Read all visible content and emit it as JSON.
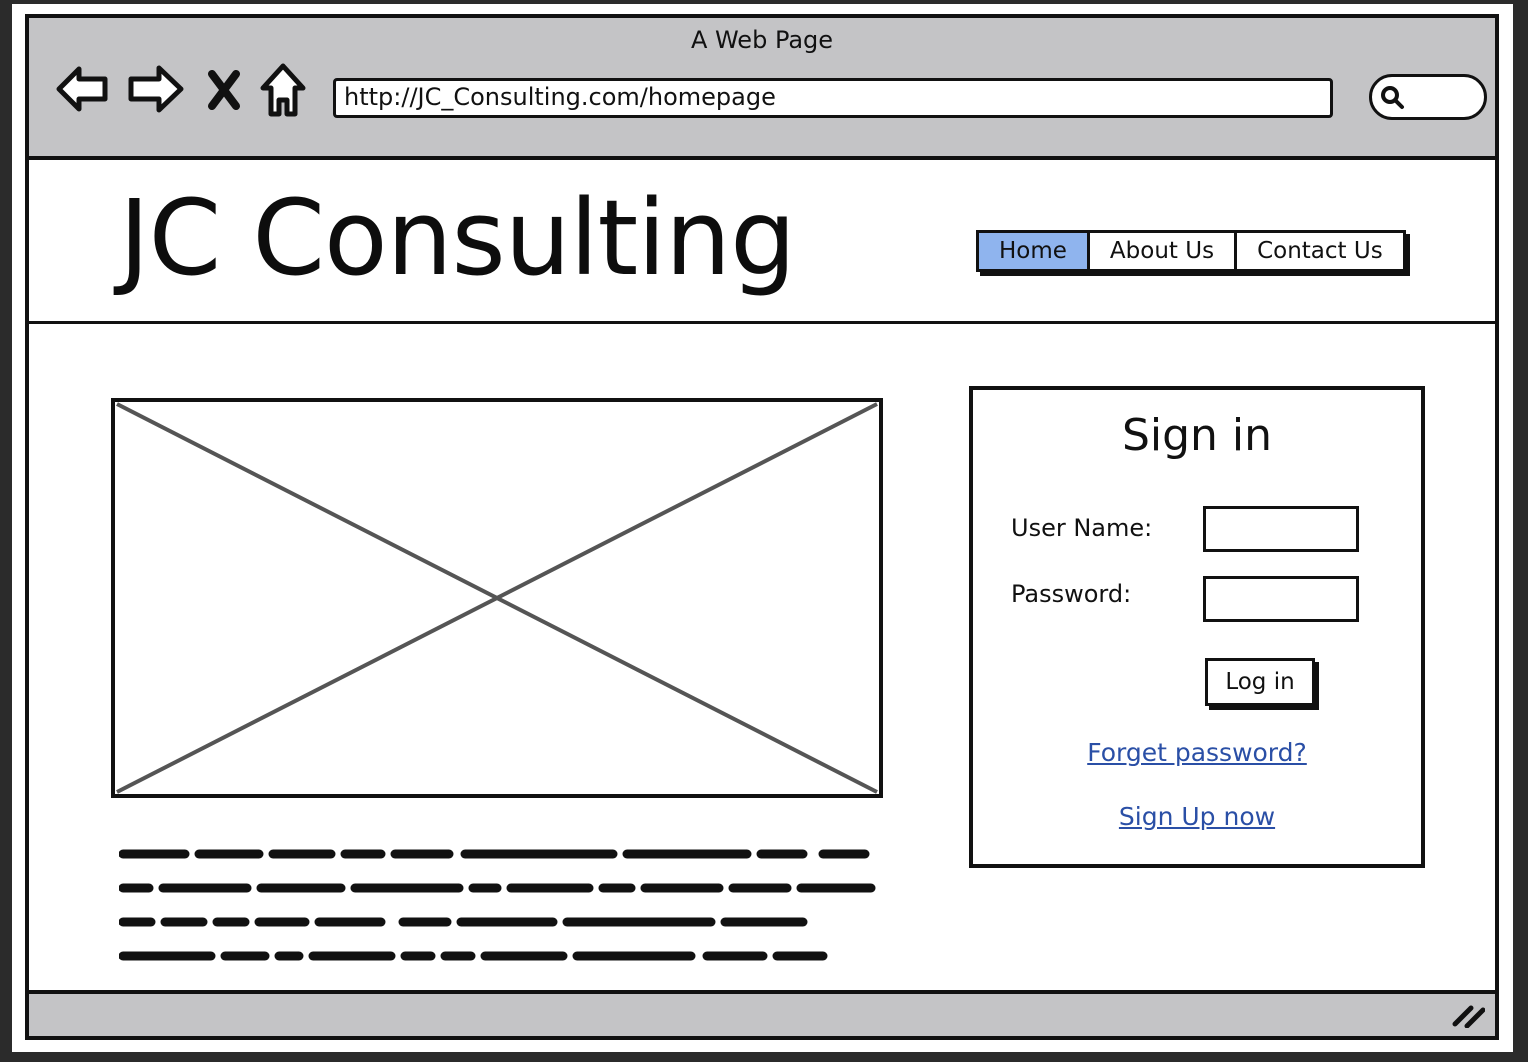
{
  "window": {
    "title": "A Web Page"
  },
  "browser": {
    "url": "http://JC_Consulting.com/homepage",
    "icons": [
      "back-arrow-icon",
      "forward-arrow-icon",
      "stop-icon",
      "home-icon",
      "search-icon"
    ]
  },
  "header": {
    "logo": "JC Consulting",
    "tabs": [
      {
        "label": "Home",
        "active": true
      },
      {
        "label": "About Us",
        "active": false
      },
      {
        "label": "Contact Us",
        "active": false
      }
    ]
  },
  "signin": {
    "title": "Sign in",
    "username_label": "User Name:",
    "password_label": "Password:",
    "login_button": "Log in",
    "forgot_link": "Forget password?",
    "signup_link": "Sign Up now"
  },
  "colors": {
    "active_tab": "#8fb4ee",
    "chrome": "#c4c4c6",
    "link": "#2a4fa6"
  }
}
